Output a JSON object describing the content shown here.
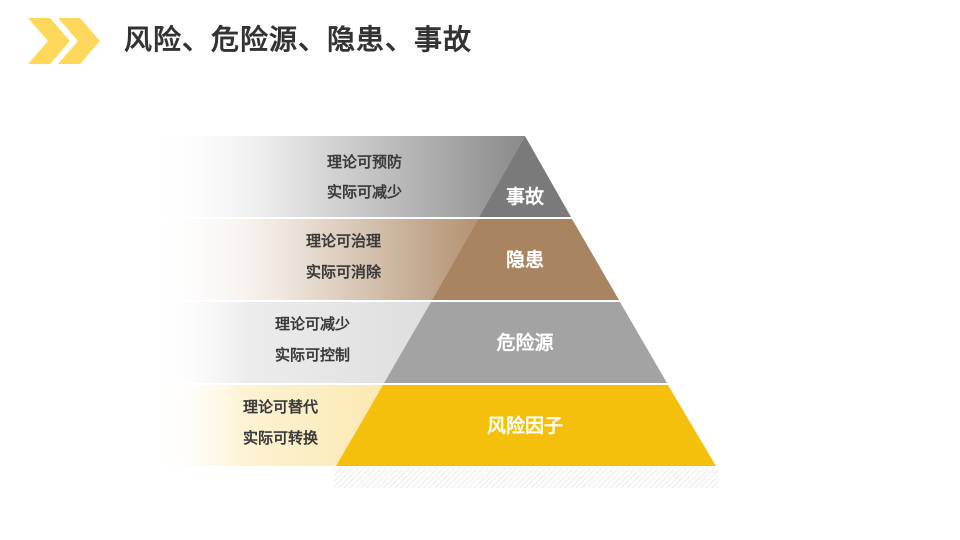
{
  "title": "风险、危险源、隐患、事故",
  "colors": {
    "accent": "#FDD85A",
    "tier_accident": "#7A7A7A",
    "tier_hazard": "#A88460",
    "tier_source": "#A3A3A3",
    "tier_factor": "#F5C00B"
  },
  "tiers": [
    {
      "label": "事故",
      "line1": "理论可预防",
      "line2": "实际可减少"
    },
    {
      "label": "隐患",
      "line1": "理论可治理",
      "line2": "实际可消除"
    },
    {
      "label": "危险源",
      "line1": "理论可减少",
      "line2": "实际可控制"
    },
    {
      "label": "风险因子",
      "line1": "理论可替代",
      "line2": "实际可转换"
    }
  ]
}
